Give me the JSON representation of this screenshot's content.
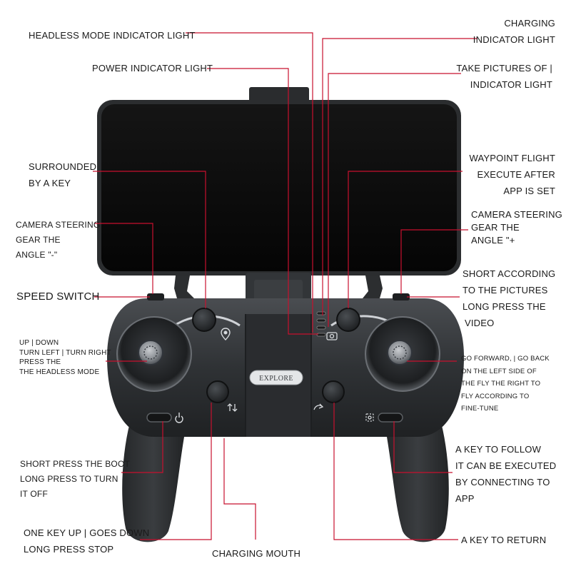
{
  "product": {
    "brand_label": "EXPLORE"
  },
  "colors": {
    "leader_line": "#c8102e",
    "controller_body": "#2f3235",
    "screen": "#0a0a0a",
    "text": "#1a1a1a"
  },
  "callouts": {
    "headless_mode_light": [
      "HEADLESS MODE INDICATOR LIGHT"
    ],
    "power_light": [
      "POWER INDICATOR LIGHT"
    ],
    "charging_light": [
      "CHARGING",
      "INDICATOR LIGHT"
    ],
    "take_pictures_light": [
      "TAKE PICTURES OF |",
      "INDICATOR LIGHT"
    ],
    "surround_key": [
      "SURROUNDED",
      "BY A KEY"
    ],
    "waypoint_flight": [
      "WAYPOINT FLIGHT",
      "EXECUTE AFTER",
      "APP IS SET"
    ],
    "camera_gear_minus": [
      "CAMERA STEERING",
      "GEAR THE",
      "ANGLE \"-\""
    ],
    "camera_gear_plus": [
      "CAMERA STEERING",
      "GEAR THE",
      "ANGLE \"+"
    ],
    "speed_switch": [
      "SPEED SWITCH"
    ],
    "photo_video": [
      "SHORT ACCORDING",
      "TO THE PICTURES",
      "LONG PRESS THE",
      "VIDEO"
    ],
    "left_stick": [
      "UP | DOWN",
      "TURN LEFT | TURN RIGHT",
      "PRESS THE",
      "THE HEADLESS MODE"
    ],
    "right_stick": [
      "GO FORWARD, | GO BACK",
      "ON THE LEFT SIDE OF",
      "THE FLY THE RIGHT TO",
      "FLY ACCORDING TO",
      "FINE-TUNE"
    ],
    "power_button": [
      "SHORT PRESS THE BOOT",
      "LONG PRESS TO TURN",
      "IT OFF"
    ],
    "follow_key": [
      "A KEY TO FOLLOW",
      "IT CAN BE EXECUTED",
      "BY CONNECTING TO",
      "APP"
    ],
    "takeoff_land": [
      "ONE KEY UP | GOES DOWN",
      "LONG PRESS STOP"
    ],
    "charging_port": [
      "CHARGING MOUTH"
    ],
    "return_key": [
      "A KEY TO RETURN"
    ]
  }
}
